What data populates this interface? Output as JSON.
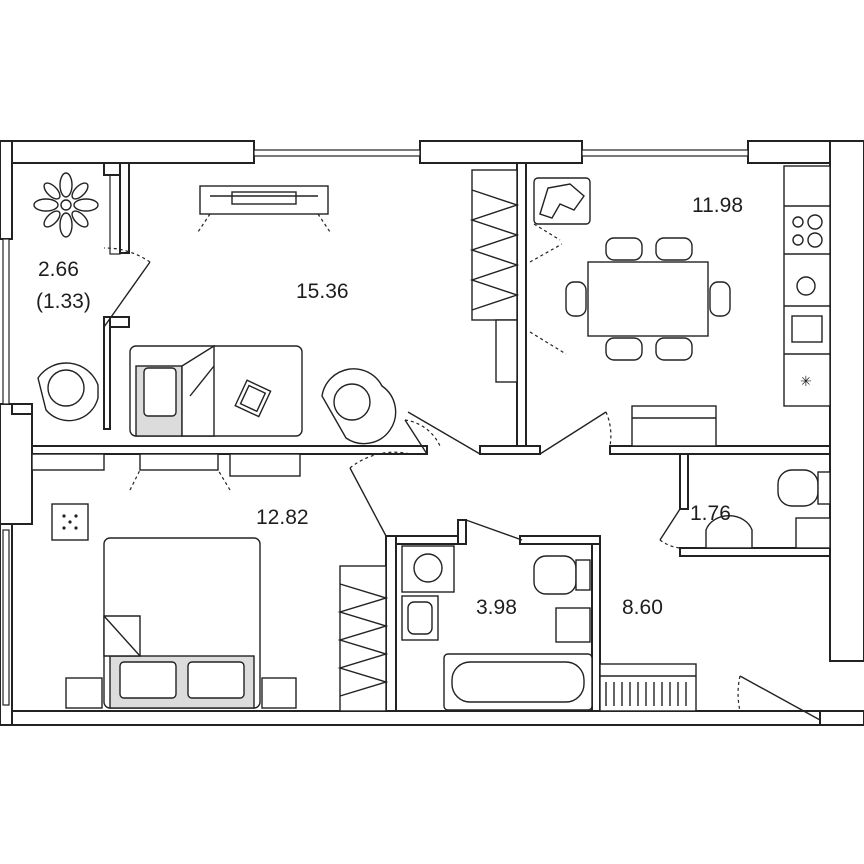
{
  "rooms": {
    "balcony_area": "2.66",
    "balcony_reduced": "(1.33)",
    "living_room": "15.36",
    "kitchen": "11.98",
    "bedroom": "12.82",
    "bathroom": "3.98",
    "hallway": "8.60",
    "toilet": "1.76"
  },
  "colors": {
    "walls": "#222222",
    "fill_accent": "#dcdcdc",
    "background": "#ffffff"
  }
}
